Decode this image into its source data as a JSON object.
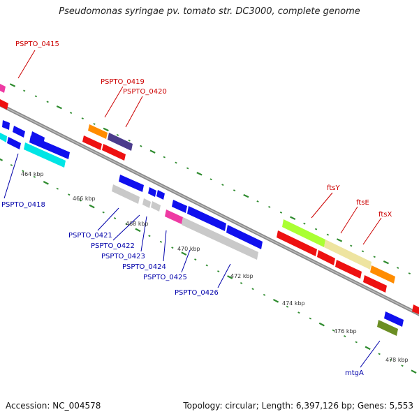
{
  "title": "Pseudomonas syringae pv. tomato str. DC3000, complete genome",
  "footer": {
    "accession": "Accession: NC_004578",
    "summary": "Topology: circular; Length: 6,397,126 bp; Genes: 5,553"
  },
  "colors": {
    "backbone": "#8a8a8a",
    "tick": "#2e8b2e",
    "forward_label": "#cc0000",
    "reverse_label": "#0000aa"
  },
  "ticks": [
    {
      "label": "464 kbp",
      "pos": 464
    },
    {
      "label": "466 kbp",
      "pos": 466
    },
    {
      "label": "468 kbp",
      "pos": 468
    },
    {
      "label": "470 kbp",
      "pos": 470
    },
    {
      "label": "472 kbp",
      "pos": 472
    },
    {
      "label": "474 kbp",
      "pos": 474
    },
    {
      "label": "476 kbp",
      "pos": 476
    },
    {
      "label": "478 kbp",
      "pos": 478
    }
  ],
  "gene_labels": [
    {
      "text": "PSPTO_0415",
      "strand": "forward"
    },
    {
      "text": "PSPTO_0419",
      "strand": "forward"
    },
    {
      "text": "PSPTO_0420",
      "strand": "forward"
    },
    {
      "text": "ftsY",
      "strand": "forward"
    },
    {
      "text": "ftsE",
      "strand": "forward"
    },
    {
      "text": "ftsX",
      "strand": "forward"
    },
    {
      "text": "PSPTO_0418",
      "strand": "reverse"
    },
    {
      "text": "PSPTO_0421",
      "strand": "reverse"
    },
    {
      "text": "PSPTO_0422",
      "strand": "reverse"
    },
    {
      "text": "PSPTO_0423",
      "strand": "reverse"
    },
    {
      "text": "PSPTO_0424",
      "strand": "reverse"
    },
    {
      "text": "PSPTO_0425",
      "strand": "reverse"
    },
    {
      "text": "PSPTO_0426",
      "strand": "reverse"
    },
    {
      "text": "mtgA",
      "strand": "reverse"
    }
  ]
}
